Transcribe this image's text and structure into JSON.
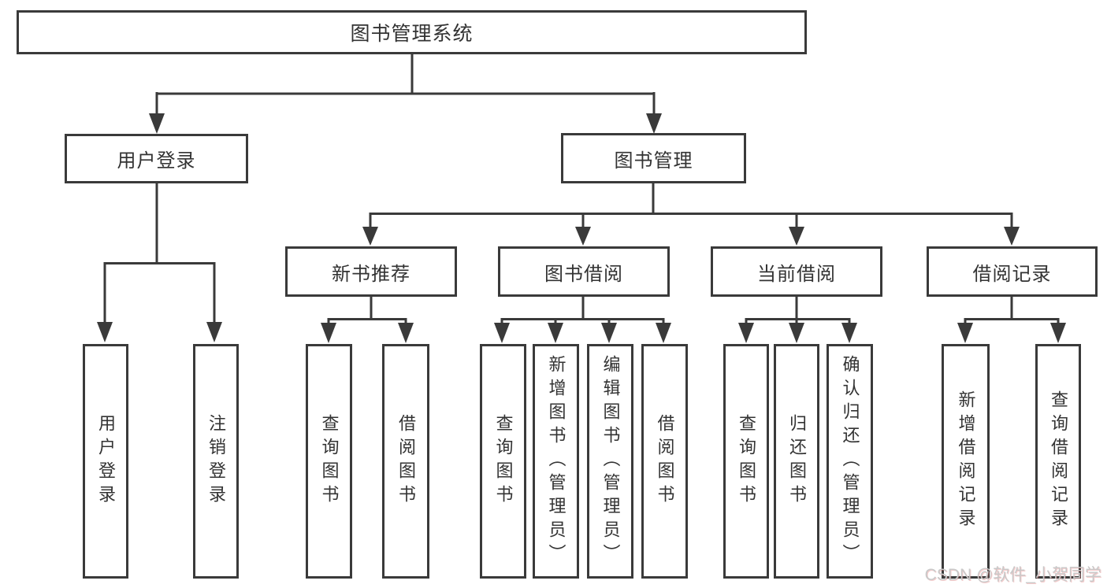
{
  "diagram_title": "图书管理系统",
  "colors": {
    "line": "#3a3a3a",
    "box_border": "#3a3a3a",
    "box_background": "#ffffff",
    "text": "#333333",
    "watermark_text": "#c9c9c9"
  },
  "tree": {
    "root": {
      "label": "图书管理系统"
    },
    "branches": [
      {
        "label": "用户登录",
        "children": [
          {
            "label": "用户登录"
          },
          {
            "label": "注销登录"
          }
        ]
      },
      {
        "label": "图书管理",
        "children": [
          {
            "label": "新书推荐",
            "children": [
              {
                "label": "查询图书"
              },
              {
                "label": "借阅图书"
              }
            ]
          },
          {
            "label": "图书借阅",
            "children": [
              {
                "label": "查询图书"
              },
              {
                "label": "新增图书（管理员）"
              },
              {
                "label": "编辑图书（管理员）"
              },
              {
                "label": "借阅图书"
              }
            ]
          },
          {
            "label": "当前借阅",
            "children": [
              {
                "label": "查询图书"
              },
              {
                "label": "归还图书"
              },
              {
                "label": "确认归还（管理员）"
              }
            ]
          },
          {
            "label": "借阅记录",
            "children": [
              {
                "label": "新增借阅记录"
              },
              {
                "label": "查询借阅记录"
              }
            ]
          }
        ]
      }
    ]
  },
  "watermark": "CSDN @软件_小贺同学"
}
